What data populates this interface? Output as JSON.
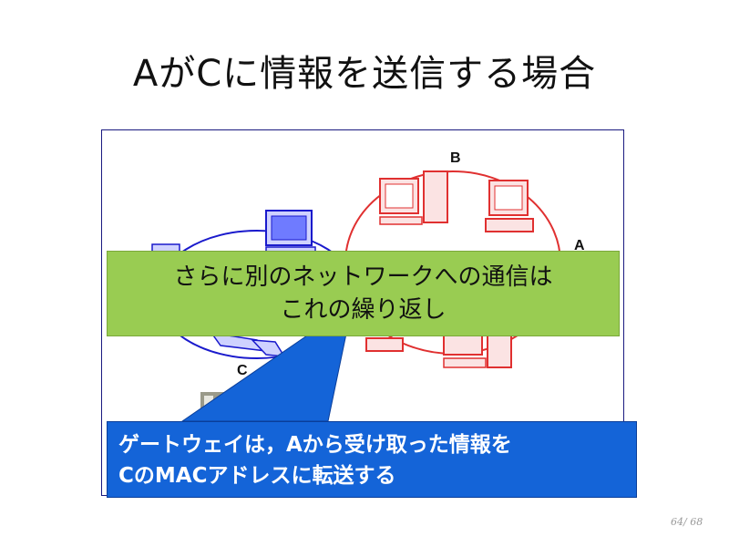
{
  "slide": {
    "title": "AがCに情報を送信する場合",
    "page_number": "64/ 68"
  },
  "diagram": {
    "node_labels": {
      "b": "B",
      "a": "A",
      "c": "C"
    },
    "colors": {
      "network_right": "#e03030",
      "network_left": "#1a1acc",
      "callout": "#1464d8"
    }
  },
  "green_box": {
    "line1": "さらに別のネットワークへの通信は",
    "line2": "これの繰り返し"
  },
  "blue_box": {
    "line1": "ゲートウェイは，Aから受け取った情報を",
    "line2": "CのMACアドレスに転送する"
  }
}
